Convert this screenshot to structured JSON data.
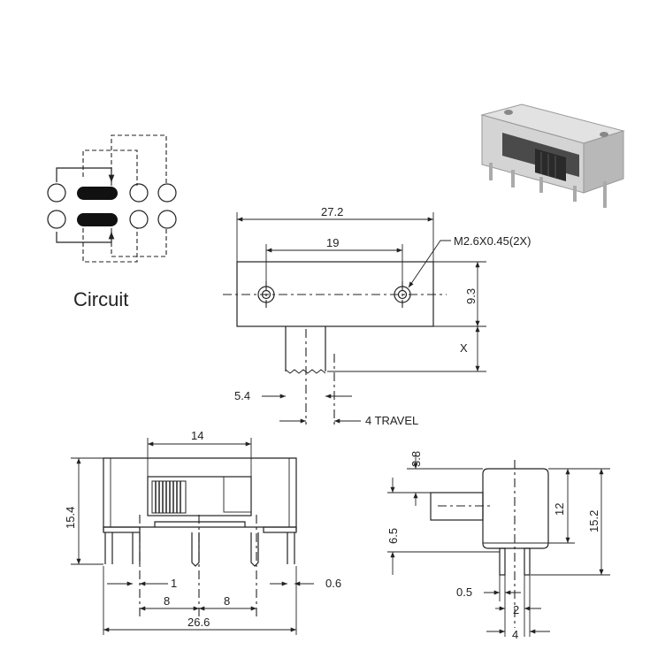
{
  "circuit": {
    "title": "Circuit"
  },
  "top_view": {
    "overall_width": "27.2",
    "hole_pitch": "19",
    "thread_note": "M2.6X0.45(2X)",
    "body_height": "9.3",
    "actuator_length": "X",
    "actuator_width": "5.4",
    "travel": "4 TRAVEL"
  },
  "front_view": {
    "slot_width": "14",
    "height": "15.4",
    "pin_width": "1",
    "pin_thickness": "0.6",
    "pitch_left": "8",
    "pitch_right": "8",
    "overall_width": "26.6"
  },
  "side_view": {
    "actuator_offset": "3.8",
    "actuator_height": "6.5",
    "body_height": "12",
    "overall_height": "15.2",
    "pin_thickness": "0.5",
    "pin_gap": "2",
    "pin_span": "4"
  },
  "colors": {
    "line": "#222222",
    "photo_body": "#c9c9c9",
    "photo_slider": "#2a2a2a"
  }
}
